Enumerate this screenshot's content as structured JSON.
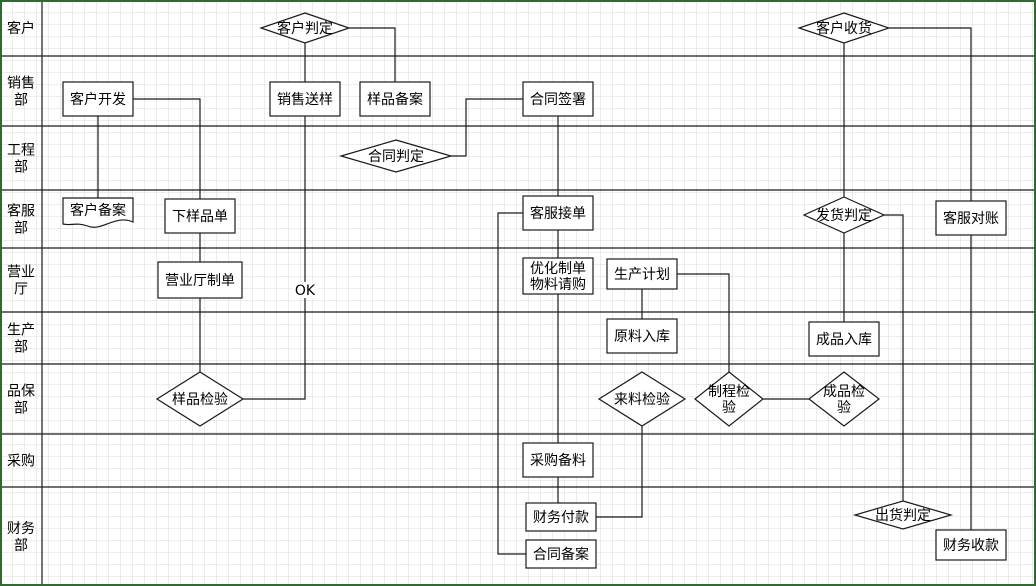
{
  "colors": {
    "frame": "#2f6b2f",
    "grid": "#c9c9c9",
    "lane_line": "#1a1a1a",
    "shape_stroke": "#1a1a1a",
    "shape_fill": "#ffffff",
    "text": "#000000"
  },
  "lanes": [
    {
      "id": "customer",
      "lines": [
        "客户"
      ]
    },
    {
      "id": "sales",
      "lines": [
        "销售",
        "部"
      ]
    },
    {
      "id": "engineering",
      "lines": [
        "工程",
        "部"
      ]
    },
    {
      "id": "service",
      "lines": [
        "客服",
        "部"
      ]
    },
    {
      "id": "business-hall",
      "lines": [
        "营业",
        "厅"
      ]
    },
    {
      "id": "production",
      "lines": [
        "生产",
        "部"
      ]
    },
    {
      "id": "quality",
      "lines": [
        "品保",
        "部"
      ]
    },
    {
      "id": "purchasing",
      "lines": [
        "采购"
      ]
    },
    {
      "id": "finance",
      "lines": [
        "财务",
        "部"
      ]
    }
  ],
  "nodes": [
    {
      "id": "customer-judge",
      "shape": "diamond",
      "lines": [
        "客户判定"
      ]
    },
    {
      "id": "customer-receive",
      "shape": "diamond",
      "lines": [
        "客户收货"
      ]
    },
    {
      "id": "customer-develop",
      "shape": "rect",
      "lines": [
        "客户开发"
      ]
    },
    {
      "id": "sales-sample-send",
      "shape": "rect",
      "lines": [
        "销售送样"
      ]
    },
    {
      "id": "sample-record",
      "shape": "rect",
      "lines": [
        "样品备案"
      ]
    },
    {
      "id": "contract-sign",
      "shape": "rect",
      "lines": [
        "合同签署"
      ]
    },
    {
      "id": "contract-judge",
      "shape": "diamond",
      "lines": [
        "合同判定"
      ]
    },
    {
      "id": "customer-record",
      "shape": "document",
      "lines": [
        "客户备案"
      ]
    },
    {
      "id": "sample-order",
      "shape": "rect",
      "lines": [
        "下样品单"
      ]
    },
    {
      "id": "service-order",
      "shape": "rect",
      "lines": [
        "客服接单"
      ]
    },
    {
      "id": "ship-judge",
      "shape": "diamond",
      "lines": [
        "发货判定"
      ]
    },
    {
      "id": "service-reconcile",
      "shape": "rect",
      "lines": [
        "客服对账"
      ]
    },
    {
      "id": "hall-order",
      "shape": "rect",
      "lines": [
        "营业厅制单"
      ]
    },
    {
      "id": "optimize-order",
      "shape": "rect",
      "lines": [
        "优化制单",
        "物料请购"
      ]
    },
    {
      "id": "production-plan",
      "shape": "rect",
      "lines": [
        "生产计划"
      ]
    },
    {
      "id": "material-store",
      "shape": "rect",
      "lines": [
        "原料入库"
      ]
    },
    {
      "id": "product-store",
      "shape": "rect",
      "lines": [
        "成品入库"
      ]
    },
    {
      "id": "sample-inspect",
      "shape": "diamond",
      "lines": [
        "样品检验"
      ]
    },
    {
      "id": "incoming-inspect",
      "shape": "diamond",
      "lines": [
        "来料检验"
      ]
    },
    {
      "id": "process-inspect",
      "shape": "diamond",
      "lines": [
        "制程检",
        "验"
      ]
    },
    {
      "id": "product-inspect",
      "shape": "diamond",
      "lines": [
        "成品检",
        "验"
      ]
    },
    {
      "id": "purchase-prepare",
      "shape": "rect",
      "lines": [
        "采购备料"
      ]
    },
    {
      "id": "finance-pay",
      "shape": "rect",
      "lines": [
        "财务付款"
      ]
    },
    {
      "id": "delivery-judge",
      "shape": "diamond",
      "lines": [
        "出货判定"
      ]
    },
    {
      "id": "contract-record",
      "shape": "rect",
      "lines": [
        "合同备案"
      ]
    },
    {
      "id": "finance-collect",
      "shape": "rect",
      "lines": [
        "财务收款"
      ]
    }
  ],
  "edge_labels": [
    {
      "id": "ok",
      "text": "OK"
    }
  ]
}
